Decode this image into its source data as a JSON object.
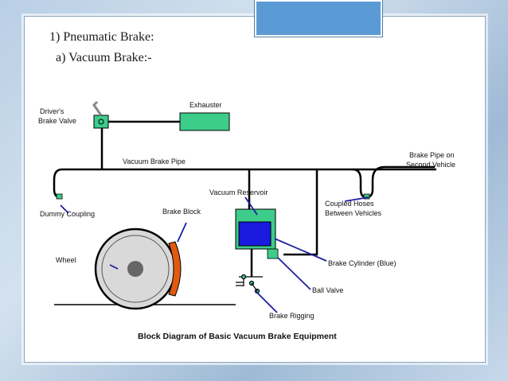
{
  "slide": {
    "heading": "1) Pneumatic Brake:",
    "subheading": "a) Vacuum Brake:-"
  },
  "diagram": {
    "caption": "Block Diagram of Basic Vacuum Brake Equipment",
    "labels": {
      "drivers_brake_valve_1": "Driver's",
      "drivers_brake_valve_2": "Brake Valve",
      "exhauster": "Exhauster",
      "vacuum_brake_pipe": "Vacuum Brake Pipe",
      "brake_pipe_second_1": "Brake Pipe on",
      "brake_pipe_second_2": "Second Vehicle",
      "vacuum_reservoir": "Vacuum Reservoir",
      "dummy_coupling": "Dummy Coupling",
      "brake_block": "Brake Block",
      "coupled_hoses_1": "Coupled Hoses",
      "coupled_hoses_2": "Between Vehicles",
      "wheel": "Wheel",
      "brake_cylinder": "Brake Cylinder (Blue)",
      "ball_valve": "Ball Valve",
      "brake_rigging": "Brake Rigging"
    },
    "colors": {
      "pipe": "#000000",
      "component_green": "#3dcc8a",
      "cylinder_blue": "#1a1adf",
      "brake_block_orange": "#e05a10",
      "leader_blue": "#1f1fa0",
      "wheel_gray": "#d9d9d9"
    }
  }
}
